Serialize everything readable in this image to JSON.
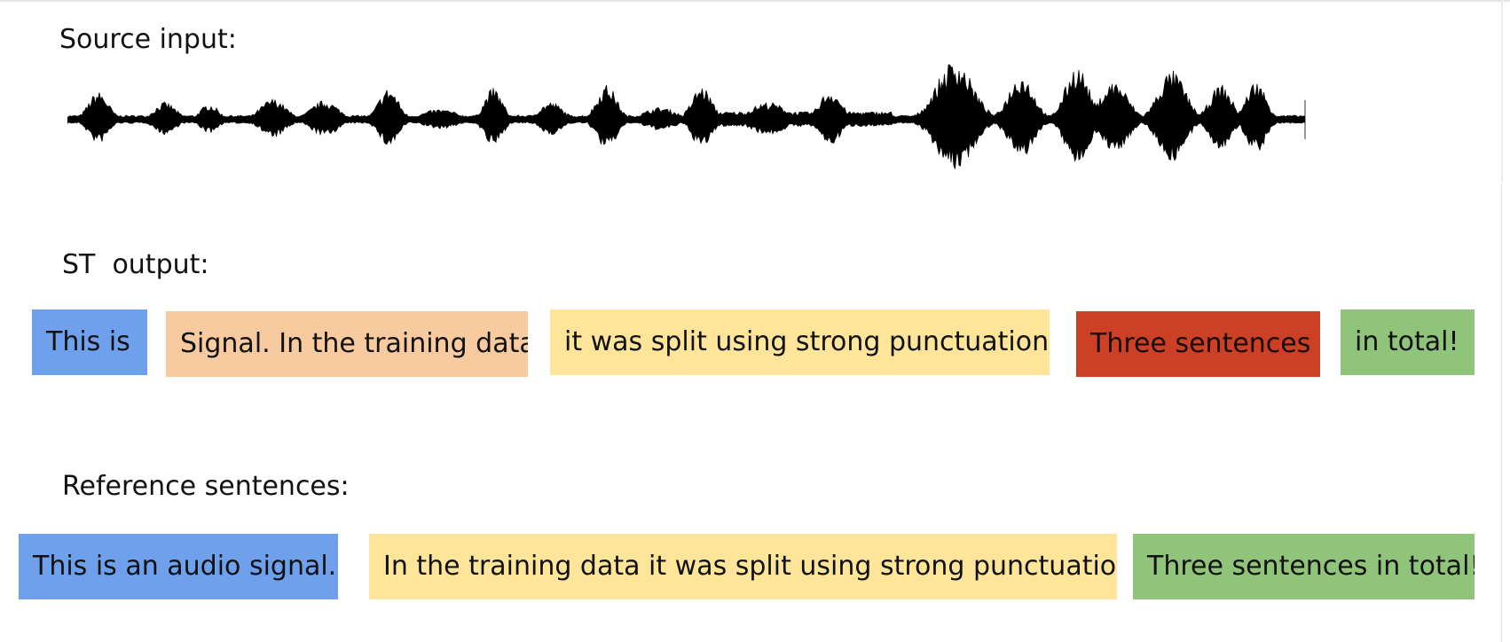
{
  "labels": {
    "source": "Source input:",
    "st": "ST  output:",
    "reference": "Reference sentences:"
  },
  "colors": {
    "blue": "#6fa0ec",
    "peach": "#f8ca9f",
    "yellow": "#fee59a",
    "red": "#cc4126",
    "green": "#8fc47a"
  },
  "st_output": [
    {
      "text": "This is",
      "color": "blue"
    },
    {
      "text": "Signal. In the training data",
      "color": "peach"
    },
    {
      "text": "it was split using strong punctuation.",
      "color": "yellow"
    },
    {
      "text": "Three sentences",
      "color": "red"
    },
    {
      "text": "in total!",
      "color": "green"
    }
  ],
  "reference": [
    {
      "text": "This is an audio signal.",
      "color": "blue"
    },
    {
      "text": "In the training data it was split using strong punctuation.",
      "color": "yellow"
    },
    {
      "text": "Three sentences in total!",
      "color": "green"
    }
  ]
}
